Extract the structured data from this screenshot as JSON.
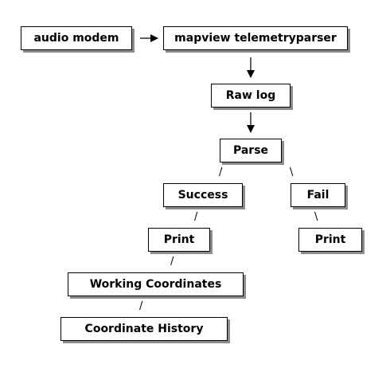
{
  "nodes": {
    "audio_modem": "audio modem",
    "mapview_parser": "mapview telemetryparser",
    "raw_log": "Raw log",
    "parse": "Parse",
    "success": "Success",
    "fail": "Fail",
    "print_success": "Print",
    "print_fail": "Print",
    "working_coordinates": "Working Coordinates",
    "coordinate_history": "Coordinate History"
  },
  "branch_marks": {
    "parse_to_success": "/",
    "parse_to_fail": "\\",
    "success_to_print": "/",
    "fail_to_print": "\\",
    "print_to_working": "/",
    "working_to_history": "/"
  },
  "colors": {
    "border": "#000000",
    "shadow": "#8c8c8c",
    "background": "#ffffff"
  }
}
